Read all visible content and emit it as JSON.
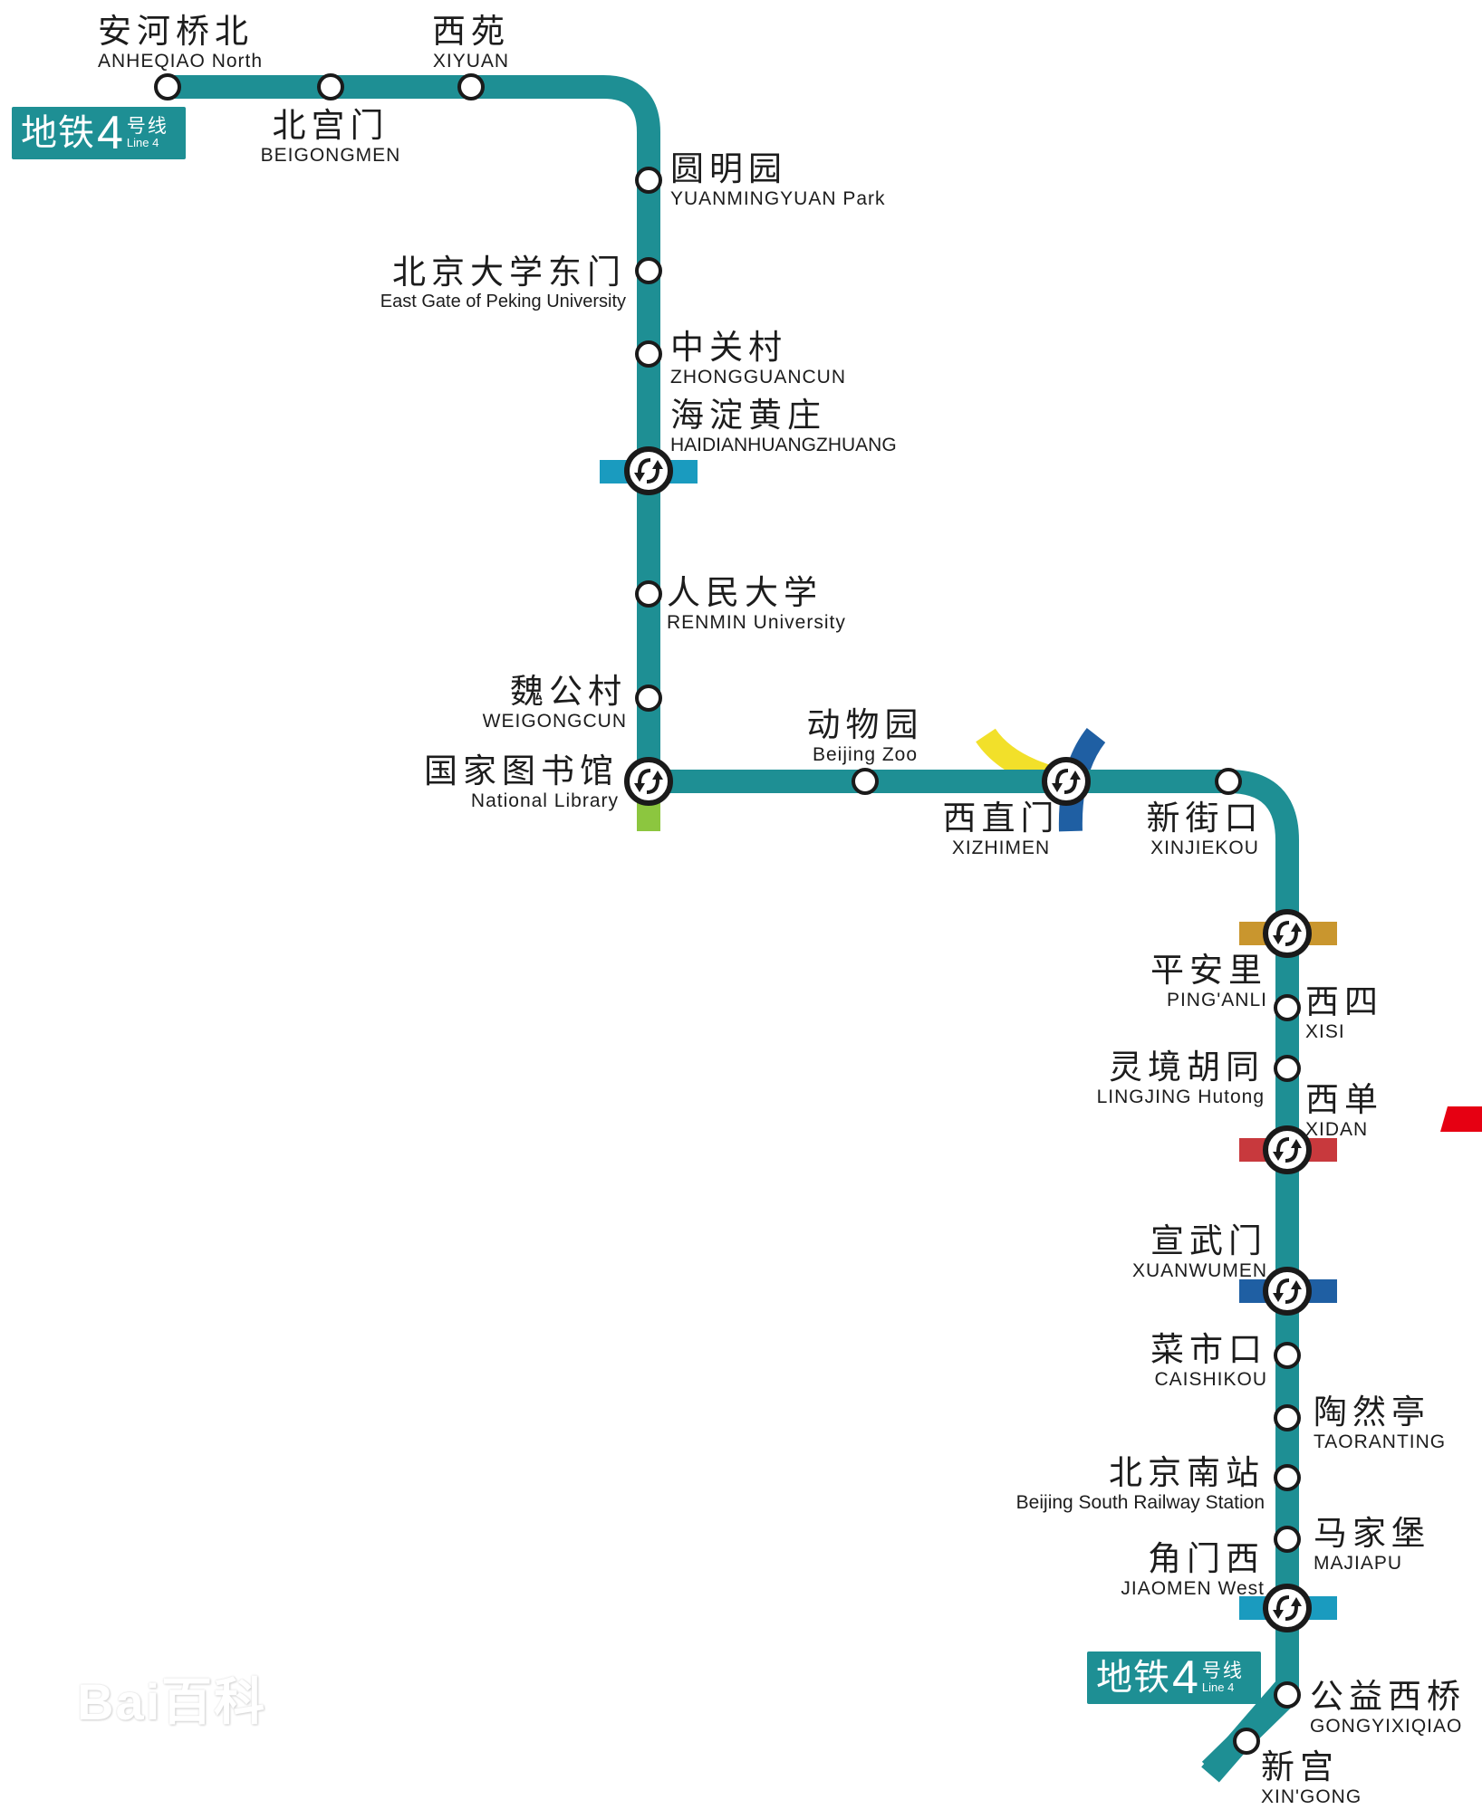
{
  "title": "地铁4号线 Line 4",
  "colors": {
    "line4": "#1e8f94",
    "line10": "#1a9bbf",
    "line9": "#8cc63f",
    "line13": "#f2e02a",
    "line2": "#1f5fa3",
    "line6": "#c9962e",
    "line1": "#c8393d",
    "line7": "#f0d030",
    "line10b": "#1a9bbf",
    "offscreen_red": "#e60012"
  },
  "badges": [
    {
      "main": "地铁",
      "num": "4",
      "hao": "号线",
      "en": "Line 4"
    },
    {
      "main": "地铁",
      "num": "4",
      "hao": "号线",
      "en": "Line 4"
    }
  ],
  "stations": [
    {
      "zh": "安河桥北",
      "en": "ANHEQIAO North",
      "type": "regular"
    },
    {
      "zh": "北宫门",
      "en": "BEIGONGMEN",
      "type": "regular"
    },
    {
      "zh": "西苑",
      "en": "XIYUAN",
      "type": "regular"
    },
    {
      "zh": "圆明园",
      "en": "YUANMINGYUAN Park",
      "type": "regular"
    },
    {
      "zh": "北京大学东门",
      "en": "East Gate of Peking University",
      "type": "regular"
    },
    {
      "zh": "中关村",
      "en": "ZHONGGUANCUN",
      "type": "regular"
    },
    {
      "zh": "海淀黄庄",
      "en": "HAIDIANHUANGZHUANG",
      "type": "interchange",
      "transfer": "line10"
    },
    {
      "zh": "人民大学",
      "en": "RENMIN University",
      "type": "regular"
    },
    {
      "zh": "魏公村",
      "en": "WEIGONGCUN",
      "type": "regular"
    },
    {
      "zh": "国家图书馆",
      "en": "National Library",
      "type": "interchange",
      "transfer": "line9"
    },
    {
      "zh": "动物园",
      "en": "Beijing Zoo",
      "type": "regular"
    },
    {
      "zh": "西直门",
      "en": "XIZHIMEN",
      "type": "interchange",
      "transfer": "line2,line13"
    },
    {
      "zh": "新街口",
      "en": "XINJIEKOU",
      "type": "regular"
    },
    {
      "zh": "平安里",
      "en": "PING'ANLI",
      "type": "interchange",
      "transfer": "line6"
    },
    {
      "zh": "西四",
      "en": "XISI",
      "type": "regular"
    },
    {
      "zh": "灵境胡同",
      "en": "LINGJING Hutong",
      "type": "regular"
    },
    {
      "zh": "西单",
      "en": "XIDAN",
      "type": "interchange",
      "transfer": "line1"
    },
    {
      "zh": "宣武门",
      "en": "XUANWUMEN",
      "type": "interchange",
      "transfer": "line2"
    },
    {
      "zh": "菜市口",
      "en": "CAISHIKOU",
      "type": "regular"
    },
    {
      "zh": "陶然亭",
      "en": "TAORANTING",
      "type": "regular"
    },
    {
      "zh": "北京南站",
      "en": "Beijing South Railway Station",
      "type": "regular"
    },
    {
      "zh": "马家堡",
      "en": "MAJIAPU",
      "type": "regular"
    },
    {
      "zh": "角门西",
      "en": "JIAOMEN West",
      "type": "interchange",
      "transfer": "line10"
    },
    {
      "zh": "公益西桥",
      "en": "GONGYIXIQIAO",
      "type": "regular"
    },
    {
      "zh": "新宫",
      "en": "XIN'GONG",
      "type": "regular"
    }
  ],
  "watermark": "Bai百科"
}
